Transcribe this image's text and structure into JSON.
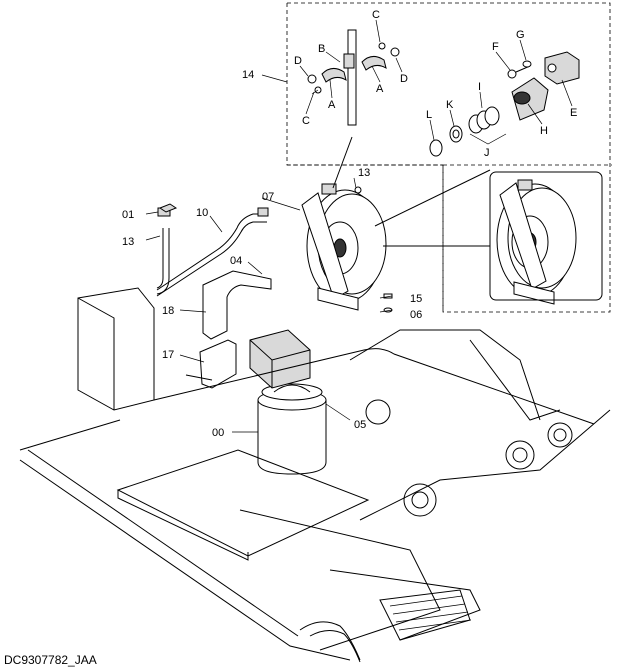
{
  "drawing_code": "DC9307782_JAA",
  "callouts": {
    "c00": "00",
    "c01": "01",
    "c04": "04",
    "c05": "05",
    "c06": "06",
    "c07": "07",
    "c10": "10",
    "c13a": "13",
    "c13b": "13",
    "c14": "14",
    "c15": "15",
    "c17": "17",
    "c18": "18"
  },
  "detail_letters": {
    "A1": "A",
    "A2": "A",
    "B": "B",
    "C1": "C",
    "C2": "C",
    "D1": "D",
    "D2": "D",
    "E": "E",
    "F": "F",
    "G": "G",
    "H": "H",
    "I": "I",
    "J": "J",
    "K": "K",
    "L": "L"
  }
}
